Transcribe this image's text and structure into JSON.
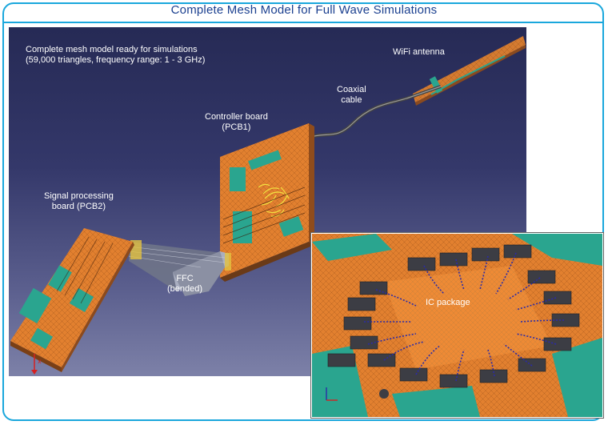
{
  "title": "Complete Mesh Model for Full Wave Simulations",
  "scene": {
    "summary_line1": "Complete mesh model ready for simulations",
    "summary_line2": "(59,000 triangles, frequency range: 1 - 3 GHz)",
    "wifi_label": "WiFi antenna",
    "coax_line1": "Coaxial",
    "coax_line2": "cable",
    "controller_line1": "Controller board",
    "controller_line2": "(PCB1)",
    "signal_line1": "Signal processing",
    "signal_line2": "board (PCB2)",
    "ffc_line1": "FFC",
    "ffc_line2": "(bended)"
  },
  "inset": {
    "ic_label": "IC package"
  },
  "colors": {
    "frame": "#1aa7dc",
    "title": "#1a3f8f",
    "copper": "#e2802f",
    "substrate": "#2aa58f",
    "bond_wire": "#2b2ba8"
  }
}
